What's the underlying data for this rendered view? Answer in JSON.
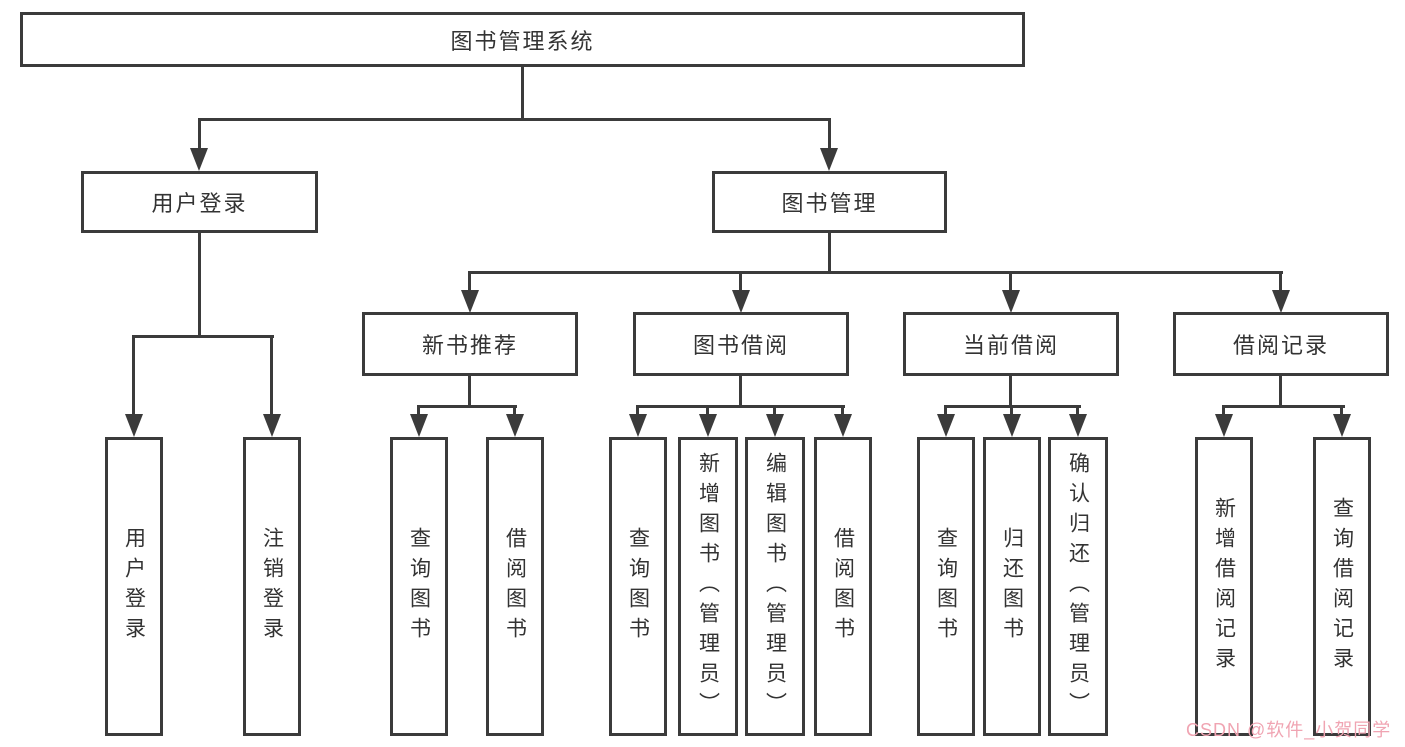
{
  "title": "图书管理系统",
  "tree": {
    "label": "图书管理系统",
    "children": [
      {
        "label": "用户登录",
        "children": [
          {
            "label": "用户登录"
          },
          {
            "label": "注销登录"
          }
        ]
      },
      {
        "label": "图书管理",
        "children": [
          {
            "label": "新书推荐",
            "children": [
              {
                "label": "查询图书"
              },
              {
                "label": "借阅图书"
              }
            ]
          },
          {
            "label": "图书借阅",
            "children": [
              {
                "label": "查询图书"
              },
              {
                "label": "新增图书（管理员）"
              },
              {
                "label": "编辑图书（管理员）"
              },
              {
                "label": "借阅图书"
              }
            ]
          },
          {
            "label": "当前借阅",
            "children": [
              {
                "label": "查询图书"
              },
              {
                "label": "归还图书"
              },
              {
                "label": "确认归还（管理员）"
              }
            ]
          },
          {
            "label": "借阅记录",
            "children": [
              {
                "label": "新增借阅记录"
              },
              {
                "label": "查询借阅记录"
              }
            ]
          }
        ]
      }
    ]
  },
  "watermark": {
    "text": "CSDN @软件_小贺同学",
    "color": "#f0a4b2"
  },
  "colors": {
    "line": "#3b3b3b",
    "text": "#333333",
    "background": "#ffffff"
  }
}
